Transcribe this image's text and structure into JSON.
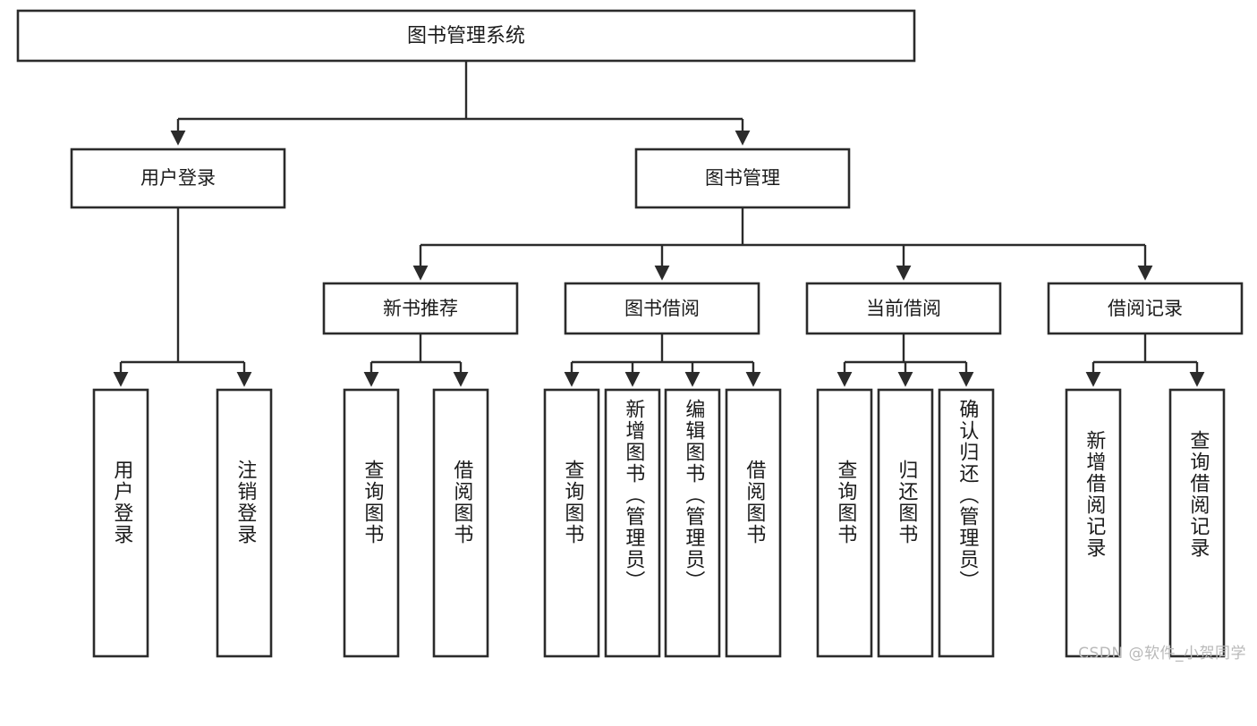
{
  "diagram": {
    "type": "tree",
    "title": "图书管理系统",
    "watermark": "CSDN @软件_小贺同学",
    "colors": {
      "box_stroke": "#2b2b2b",
      "box_fill": "#ffffff",
      "connector": "#2b2b2b",
      "text": "#1b1b1b",
      "background": "#ffffff",
      "watermark": "#b9b9b9"
    },
    "levels": {
      "root": {
        "label": "图书管理系统"
      },
      "level2": [
        {
          "label": "用户登录"
        },
        {
          "label": "图书管理"
        }
      ],
      "level3": [
        {
          "label": "新书推荐"
        },
        {
          "label": "图书借阅"
        },
        {
          "label": "当前借阅"
        },
        {
          "label": "借阅记录"
        }
      ]
    },
    "leaves": {
      "user_login": [
        {
          "label": "用户登录"
        },
        {
          "label": "注销登录"
        }
      ],
      "new_book_recommend": [
        {
          "label": "查询图书"
        },
        {
          "label": "借阅图书"
        }
      ],
      "book_borrow": [
        {
          "label": "查询图书"
        },
        {
          "label": "新增图书（管理员）"
        },
        {
          "label": "编辑图书（管理员）"
        },
        {
          "label": "借阅图书"
        }
      ],
      "current_borrow": [
        {
          "label": "查询图书"
        },
        {
          "label": "归还图书"
        },
        {
          "label": "确认归还（管理员）"
        }
      ],
      "borrow_record": [
        {
          "label": "新增借阅记录"
        },
        {
          "label": "查询借阅记录"
        }
      ]
    }
  }
}
